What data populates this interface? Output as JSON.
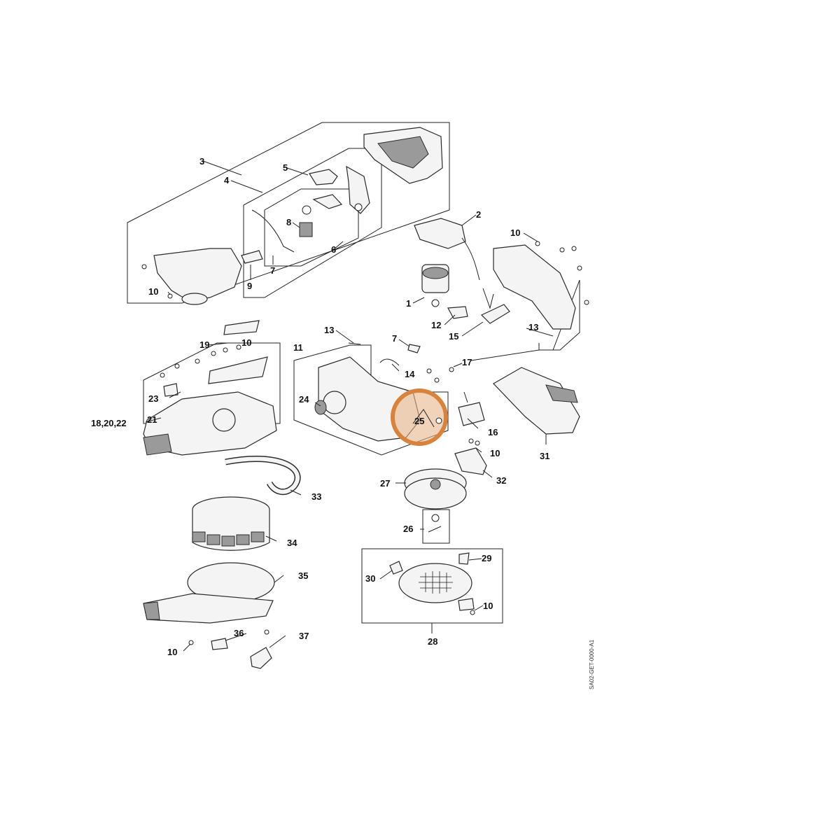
{
  "diagram": {
    "labels": {
      "l1": "1",
      "l2": "2",
      "l3": "3",
      "l4": "4",
      "l5": "5",
      "l6": "6",
      "l7a": "7",
      "l7b": "7",
      "l8": "8",
      "l9": "9",
      "l10a": "10",
      "l10b": "10",
      "l10c": "10",
      "l10d": "10",
      "l10e": "10",
      "l10f": "10",
      "l11": "11",
      "l12": "12",
      "l13a": "13",
      "l13b": "13",
      "l14": "14",
      "l15": "15",
      "l16": "16",
      "l17": "17",
      "l18": "18,20,22",
      "l19": "19",
      "l21": "21",
      "l23": "23",
      "l24": "24",
      "l25": "25",
      "l26": "26",
      "l27": "27",
      "l28": "28",
      "l29": "29",
      "l30": "30",
      "l31": "31",
      "l32": "32",
      "l33": "33",
      "l34": "34",
      "l35": "35",
      "l36": "36",
      "l37": "37"
    },
    "highlight": {
      "label": "25",
      "color": "#d9823b"
    },
    "reference_code": "SA02-GET-0000-A1"
  }
}
